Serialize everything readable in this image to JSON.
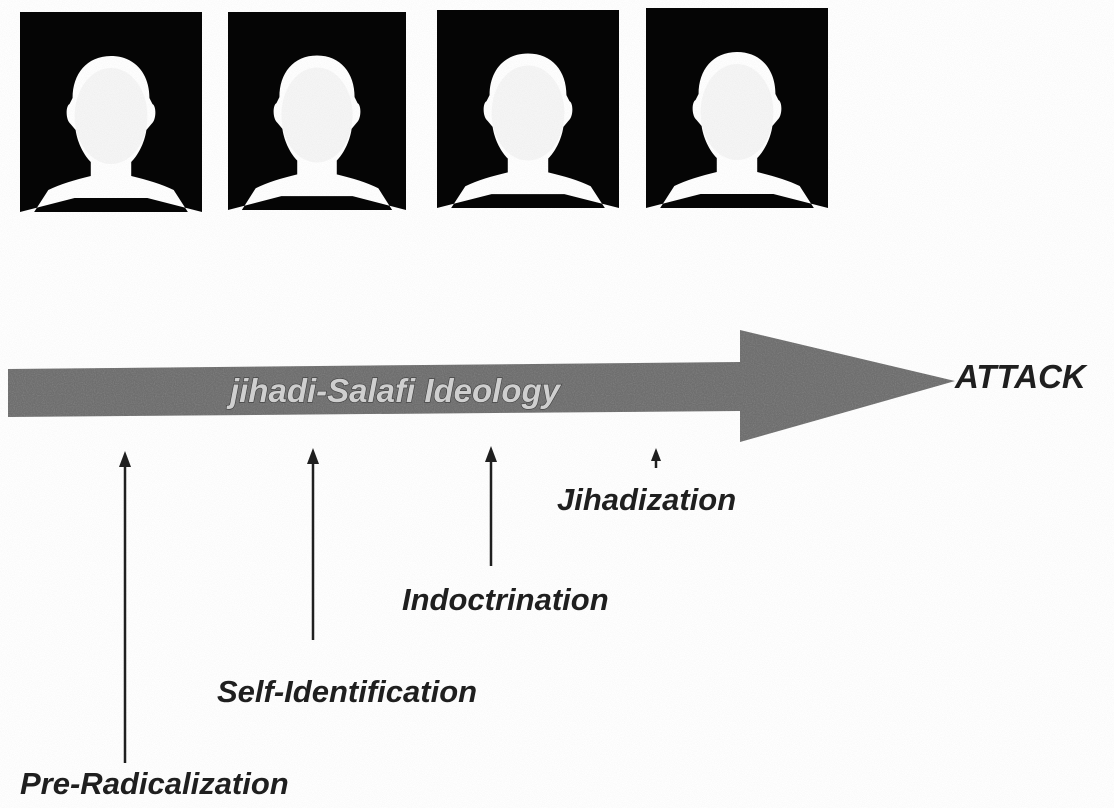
{
  "stages_figure": {
    "portraits": [
      {
        "name": "head-silhouette-1",
        "shade": "#050505"
      },
      {
        "name": "head-silhouette-2",
        "shade": "#050505"
      },
      {
        "name": "head-silhouette-3",
        "shade": "#050505"
      },
      {
        "name": "head-silhouette-4",
        "shade": "#050505"
      }
    ],
    "arrow": {
      "label": "jihadi-Salafi Ideology",
      "fill": "#6d6d6d",
      "text_color": "#cfcfcf"
    },
    "endpoint": "ATTACK",
    "phases": [
      "Pre-Radicalization",
      "Self-Identification",
      "Indoctrination",
      "Jihadization"
    ]
  },
  "colors": {
    "background": "#ffffff",
    "ink": "#1f1f1f",
    "speckle": "#b5b5b5"
  }
}
